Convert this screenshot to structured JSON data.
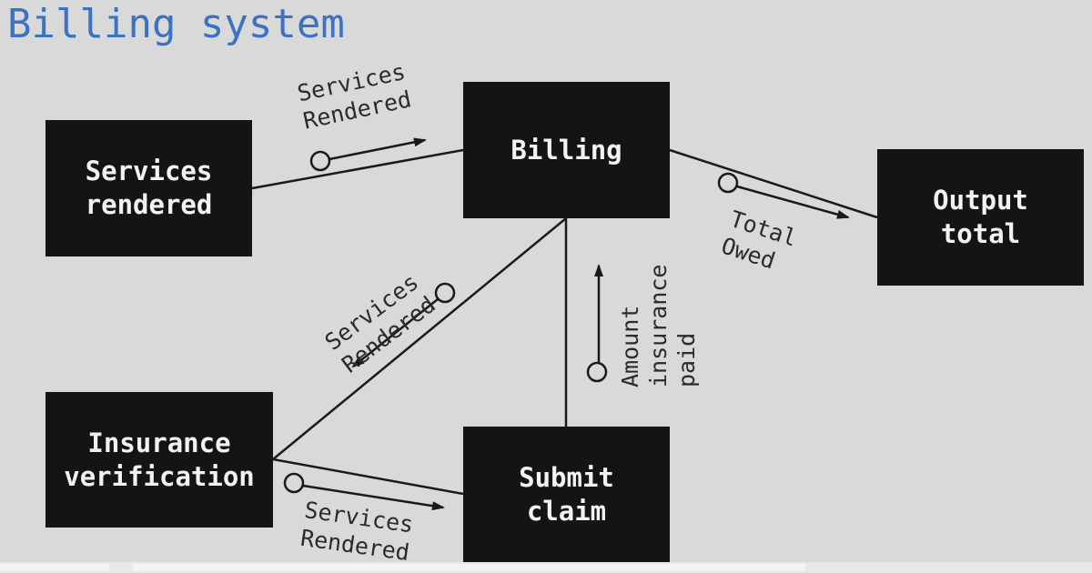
{
  "title": "Billing system",
  "colors": {
    "background": "#d9d9d9",
    "title": "#3a72c4",
    "node_fill": "#141414",
    "node_text": "#f2f2f2",
    "line": "#1a1a1a"
  },
  "nodes": {
    "services_rendered": "Services\nrendered",
    "billing": "Billing",
    "output_total": "Output\ntotal",
    "insurance_verification": "Insurance\nverification",
    "submit_claim": "Submit\nclaim"
  },
  "flows": {
    "services_to_billing": "Services\nRendered",
    "billing_to_output": "Total\nOwed",
    "billing_to_insurance": "Services\nRendered",
    "submit_to_billing": "Amount\ninsurance\npaid",
    "insurance_to_submit": "Services\nRendered"
  }
}
